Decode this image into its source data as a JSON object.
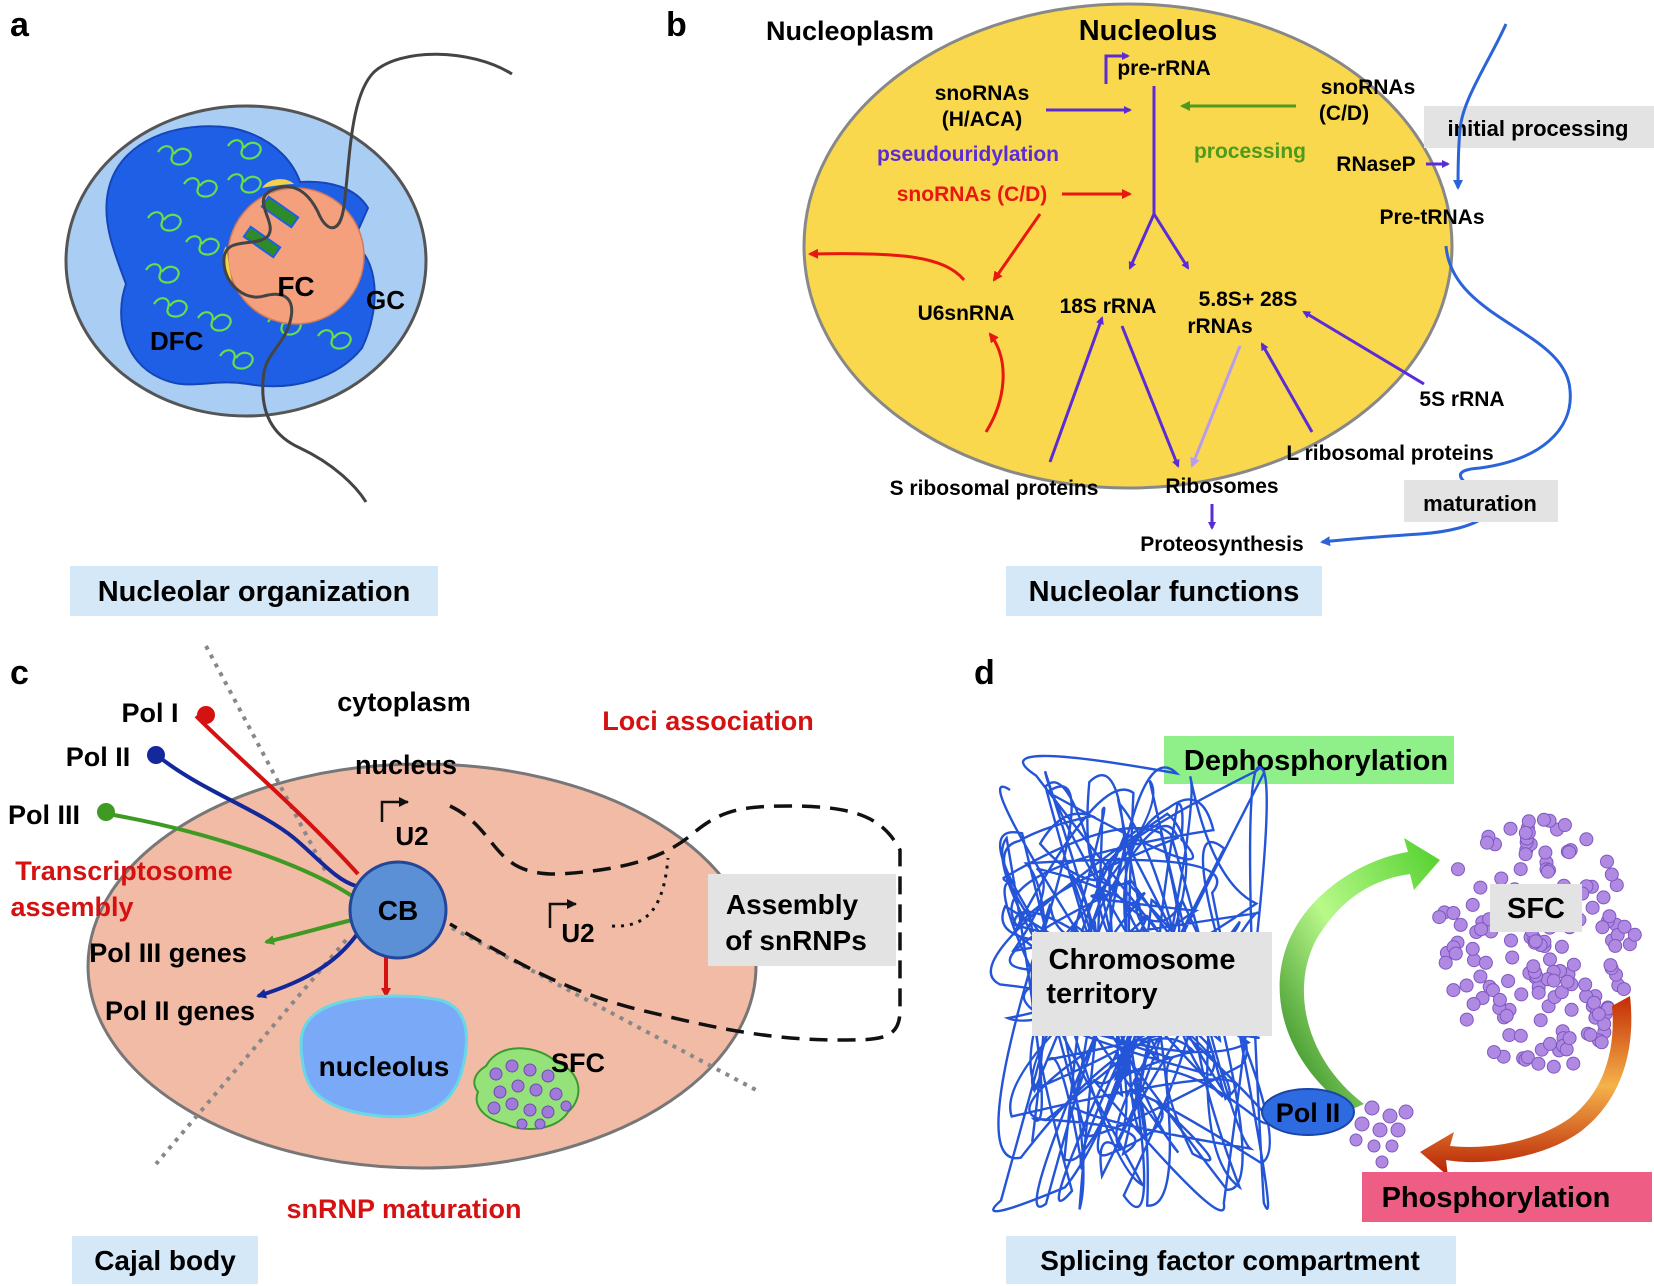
{
  "panel_a": {
    "letter": "a",
    "labels": {
      "fc": "FC",
      "gc": "GC",
      "dfc": "DFC"
    },
    "caption": "Nucleolar organization",
    "colors": {
      "gc": "#a9cdf3",
      "dfc": "#1e5fe6",
      "fc": "#f4a07d",
      "fibrils": "#66e04a",
      "dna": "#444444"
    }
  },
  "panel_b": {
    "letter": "b",
    "nucleoplasm": "Nucleoplasm",
    "nucleolus": "Nucleolus",
    "pre_rrna": "pre-rRNA",
    "snornas_haca": [
      "snoRNAs",
      "(H/ACA)"
    ],
    "snornas_cd_right": [
      "snoRNAs",
      "(C/D)"
    ],
    "pseudouridylation": "pseudouridylation",
    "processing": "processing",
    "snornas_cd_red": "snoRNAs (C/D)",
    "initial_processing": "initial processing",
    "rnasep": "RNaseP",
    "pre_trnas": "Pre-tRNAs",
    "u6snrna": "U6snRNA",
    "rrna_18s": "18S rRNA",
    "rrna_58_28": [
      "5.8S+ 28S",
      "rRNAs"
    ],
    "rrna_5s": "5S rRNA",
    "l_ribosomal": "L ribosomal proteins",
    "s_ribosomal": "S ribosomal proteins",
    "ribosomes": "Ribosomes",
    "maturation": "maturation",
    "proteosynthesis": "Proteosynthesis",
    "caption": "Nucleolar functions",
    "colors": {
      "nucleolus": "#f9d84e",
      "purple": "#5b2bd6",
      "green": "#4d9a1c",
      "red": "#e8170f",
      "blue": "#2b63d8",
      "box": "#e3e3e3"
    }
  },
  "panel_c": {
    "letter": "c",
    "pol1": "Pol I",
    "pol2": "Pol II",
    "pol3": "Pol III",
    "cytoplasm": "cytoplasm",
    "nucleus": "nucleus",
    "loci_association": "Loci association",
    "transcriptosome": [
      "Transcriptosome",
      "assembly"
    ],
    "u2_top": "U2",
    "u2_bottom": "U2",
    "cb": "CB",
    "assembly": [
      "Assembly",
      "of snRNPs"
    ],
    "pol3_genes": "Pol III genes",
    "pol2_genes": "Pol II genes",
    "nucleolus": "nucleolus",
    "sfc": "SFC",
    "snrnp_maturation": "snRNP maturation",
    "caption": "Cajal body",
    "colors": {
      "nucleus": "#f2bba6",
      "cb": "#5b8fd6",
      "nucleolus": "#7aaaf7",
      "red": "#d41212",
      "navy": "#13289a",
      "green": "#3e9a22"
    }
  },
  "panel_d": {
    "letter": "d",
    "dephosphorylation": "Dephosphorylation",
    "sfc": "SFC",
    "chromosome": [
      "Chromosome",
      "territory"
    ],
    "pol2": "Pol II",
    "phosphorylation": "Phosphorylation",
    "caption": "Splicing factor compartment",
    "colors": {
      "chromatin": "#2454d8",
      "speckle": "#b08ae2",
      "green_box": "#8ff08a",
      "pink_box": "#ee5d84",
      "pol2": "#2e6be0"
    }
  }
}
